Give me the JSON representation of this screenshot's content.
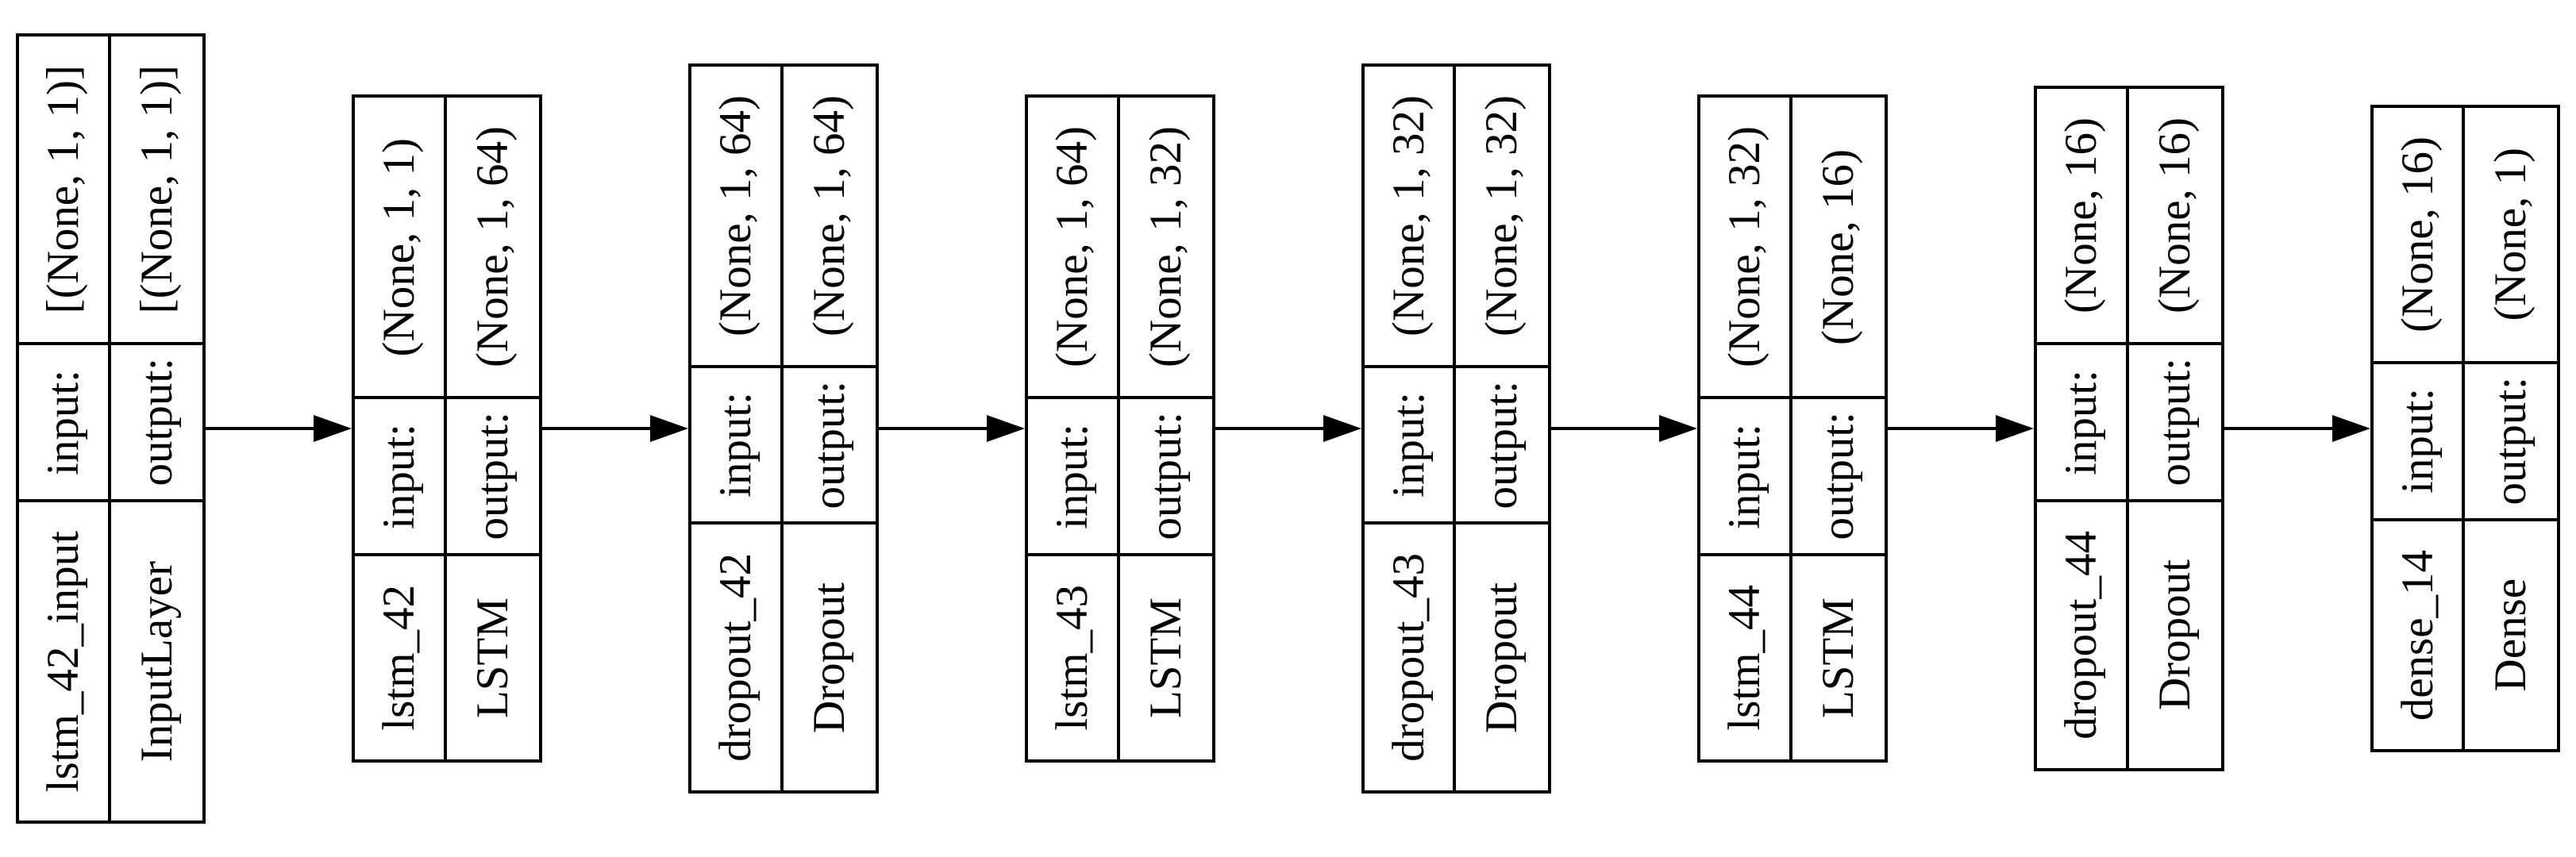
{
  "diagram": {
    "kind": "keras-model-architecture",
    "orientation": "rotated-90-ccw-text-reads-bottom-to-top",
    "colors": {
      "background": "#ffffff",
      "node_fill": "#ffffff",
      "border": "#000000",
      "text": "#000000",
      "arrow": "#000000"
    },
    "labels": {
      "input": "input:",
      "output": "output:"
    },
    "nodes": [
      {
        "name": "lstm_42_input",
        "layer_type": "InputLayer",
        "input_shape": "[(None, 1, 1)]",
        "output_shape": "[(None, 1, 1)]"
      },
      {
        "name": "lstm_42",
        "layer_type": "LSTM",
        "input_shape": "(None, 1, 1)",
        "output_shape": "(None, 1, 64)"
      },
      {
        "name": "dropout_42",
        "layer_type": "Dropout",
        "input_shape": "(None, 1, 64)",
        "output_shape": "(None, 1, 64)"
      },
      {
        "name": "lstm_43",
        "layer_type": "LSTM",
        "input_shape": "(None, 1, 64)",
        "output_shape": "(None, 1, 32)"
      },
      {
        "name": "dropout_43",
        "layer_type": "Dropout",
        "input_shape": "(None, 1, 32)",
        "output_shape": "(None, 1, 32)"
      },
      {
        "name": "lstm_44",
        "layer_type": "LSTM",
        "input_shape": "(None, 1, 32)",
        "output_shape": "(None, 16)"
      },
      {
        "name": "dropout_44",
        "layer_type": "Dropout",
        "input_shape": "(None, 16)",
        "output_shape": "(None, 16)"
      },
      {
        "name": "dense_14",
        "layer_type": "Dense",
        "input_shape": "(None, 16)",
        "output_shape": "(None, 1)"
      }
    ],
    "edges": [
      {
        "from": "lstm_42_input",
        "to": "lstm_42"
      },
      {
        "from": "lstm_42",
        "to": "dropout_42"
      },
      {
        "from": "dropout_42",
        "to": "lstm_43"
      },
      {
        "from": "lstm_43",
        "to": "dropout_43"
      },
      {
        "from": "dropout_43",
        "to": "lstm_44"
      },
      {
        "from": "lstm_44",
        "to": "dropout_44"
      },
      {
        "from": "dropout_44",
        "to": "dense_14"
      }
    ]
  }
}
